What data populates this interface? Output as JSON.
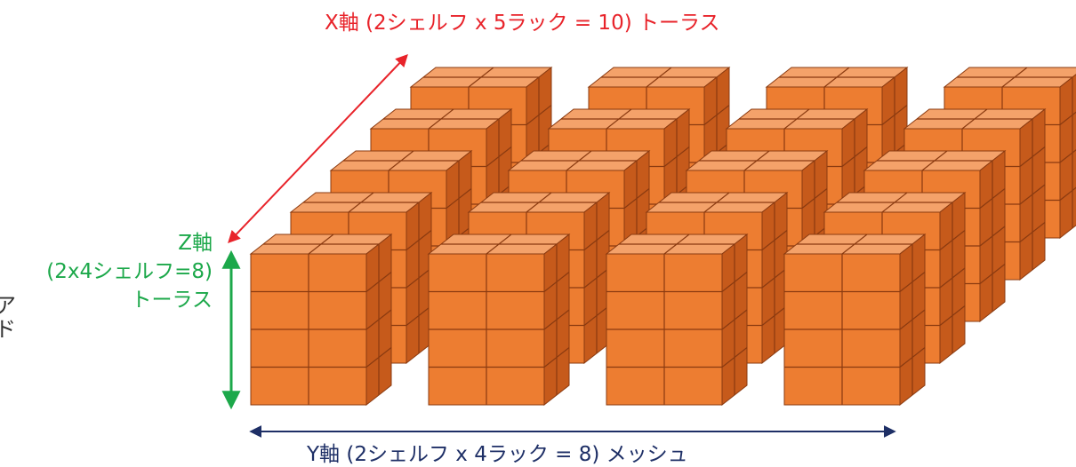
{
  "labels": {
    "x_axis": "X軸 (2シェルフ x 5ラック = 10) トーラス",
    "z_axis_line1": "Z軸",
    "z_axis_line2": "(2x4シェルフ=8)",
    "z_axis_line3": "トーラス",
    "y_axis": "Y軸 (2シェルフ x 4ラック = 8) メッシュ",
    "clipped_line1": "ア",
    "clipped_line2": "ド"
  },
  "colors": {
    "x_axis": "#e8232a",
    "z_axis": "#1ca84a",
    "y_axis": "#1e2f66",
    "cube_front": "#ed7d31",
    "cube_top": "#f4a26a",
    "cube_side": "#c65a1b",
    "cube_edge": "#8a3a10"
  },
  "grid": {
    "columns": 4,
    "rows": 5
  },
  "block": {
    "shelves_wide": 2,
    "shelves_high": 4
  }
}
